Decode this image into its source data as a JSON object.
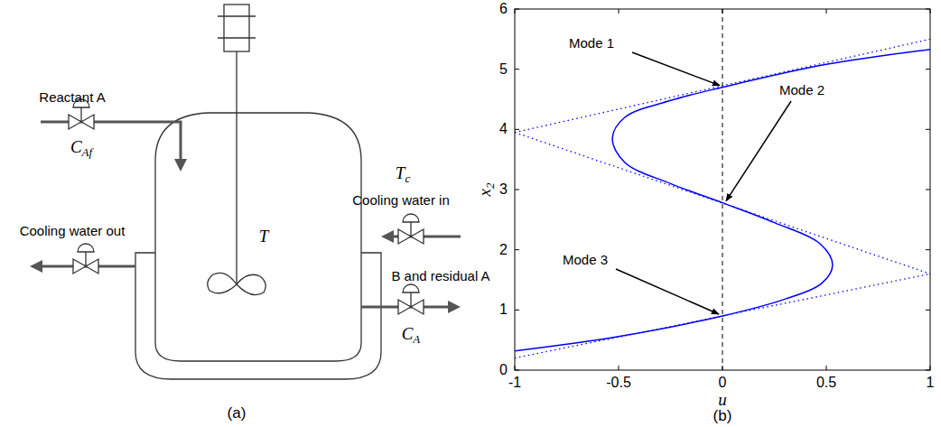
{
  "diagram": {
    "labels": [
      "Reactant A",
      "CAf",
      "Tc",
      "Cooling water in",
      "Cooling water out",
      "T",
      "B and residual A",
      "CA",
      "(a)",
      "Mode 1",
      "Mode 2",
      "Mode 3",
      "0",
      "1",
      "2",
      "3",
      "4",
      "5",
      "6",
      "-1",
      "-0.5",
      "0",
      "0.5",
      "1",
      "x2",
      "u",
      "(b)"
    ]
  }
}
